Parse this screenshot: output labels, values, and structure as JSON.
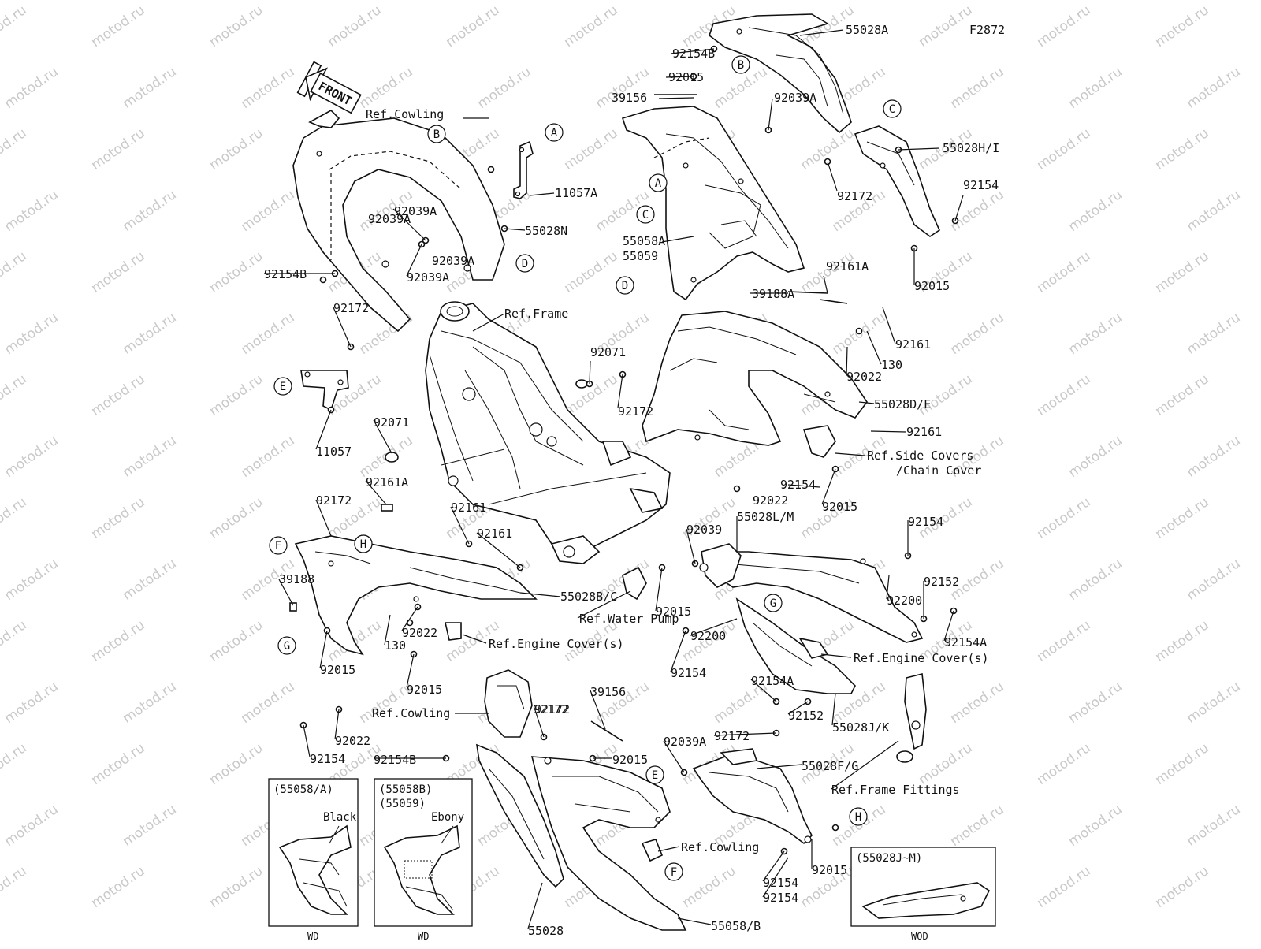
{
  "figure_code": "F2872",
  "watermark": "motod.ru",
  "front_arrow": "FRONT",
  "part_numbers": [
    "55028A",
    "92154B",
    "92015",
    "39156",
    "92039A",
    "55028H/I",
    "92172",
    "92154",
    "55058A",
    "55059",
    "92015",
    "92161A",
    "39188A",
    "92071",
    "92172",
    "92161",
    "130",
    "92022",
    "55028D/E",
    "92161",
    "92154",
    "92022",
    "92015",
    "11057A",
    "55028N",
    "92039A",
    "92039A",
    "92039A",
    "92039A",
    "92154B",
    "92172",
    "11057",
    "92071",
    "92161A",
    "92172",
    "39188",
    "92161",
    "92161",
    "55028B/C",
    "92022",
    "130",
    "92015",
    "92039",
    "92015",
    "55028L/M",
    "92154",
    "92152",
    "92200",
    "92154A",
    "92200",
    "92154",
    "92154A",
    "92152",
    "55028J/K",
    "92015",
    "92154",
    "92022",
    "92154",
    "39156",
    "92172",
    "92154B",
    "92015",
    "92039A",
    "92172",
    "55028F/G",
    "92015",
    "92154",
    "55028",
    "55058/B",
    "92172"
  ],
  "references": {
    "cowling_top": "Ref.Cowling",
    "frame": "Ref.Frame",
    "side_covers_1": "Ref.Side Covers",
    "side_covers_2": "/Chain Cover",
    "water_pump": "Ref.Water Pump",
    "engine_covers_left": "Ref.Engine Cover(s)",
    "engine_covers_right": "Ref.Engine Cover(s)",
    "cowling_mid": "Ref.Cowling",
    "cowling_bottom": "Ref.Cowling",
    "frame_fittings": "Ref.Frame Fittings"
  },
  "callout_letters": [
    "A",
    "B",
    "C",
    "D",
    "E",
    "F",
    "G",
    "H"
  ],
  "variant_boxes": [
    {
      "code": "(55058/A)",
      "code2": "",
      "color": "Black",
      "tag": "WD"
    },
    {
      "code": "(55058B)",
      "code2": "(55059)",
      "color": "Ebony",
      "tag": "WD"
    },
    {
      "code": "(55028J~M)",
      "code2": "",
      "color": "",
      "tag": "WOD"
    }
  ]
}
